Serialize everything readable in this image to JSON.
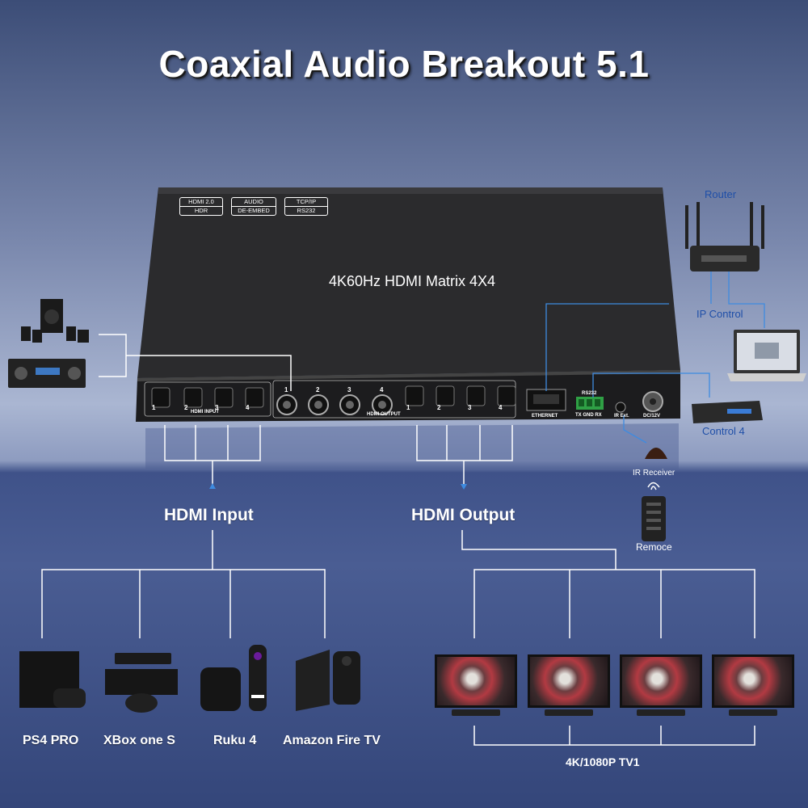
{
  "headline": "Coaxial Audio Breakout 5.1",
  "device": {
    "title": "4K60Hz HDMI Matrix 4X4",
    "badges": [
      {
        "top": "HDMI 2.0",
        "bottom": "HDR"
      },
      {
        "top": "AUDIO",
        "bottom": "DE-EMBED"
      },
      {
        "top": "TCP/IP",
        "bottom": "RS232"
      }
    ],
    "input_label": "HDMI INPUT",
    "output_label": "HDMI OUTPUT",
    "port_numbers": [
      "1",
      "2",
      "3",
      "4"
    ],
    "ethernet_label": "ETHERNET",
    "rs232_label": "RS232",
    "rs232_pins": "TX GND RX",
    "ir_label": "IR Ext.",
    "power_label": "DC/12V"
  },
  "labels": {
    "router": "Router",
    "ip_control": "IP Control",
    "control": "Control 4",
    "ir_receiver": "IR Receiver",
    "remote": "Remoce",
    "hdmi_input": "HDMI Input",
    "hdmi_output": "HDMI Output",
    "tv_caption": "4K/1080P TV1"
  },
  "sources": [
    {
      "label": "PS4 PRO"
    },
    {
      "label": "XBox one S"
    },
    {
      "label": "Ruku 4"
    },
    {
      "label": "Amazon Fire TV"
    }
  ],
  "colors": {
    "connector": "#ffffff",
    "callout": "#1f4fa8",
    "device_body": "#2a2a2c"
  }
}
